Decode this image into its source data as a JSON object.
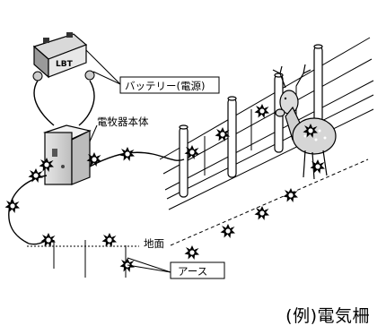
{
  "labels": {
    "battery": "バッテリー(電源)",
    "energizer": "電牧器本体",
    "ground": "地面",
    "earth": "アース"
  },
  "caption": "(例)電気柵"
}
